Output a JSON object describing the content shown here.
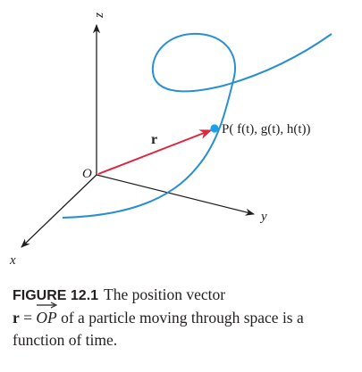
{
  "figure": {
    "axis_labels": {
      "z": "z",
      "y": "y",
      "x": "x"
    },
    "origin_label": "O",
    "vector_label": "r",
    "point_label": "P( f(t), g(t), h(t))",
    "colors": {
      "axes": "#231f20",
      "curve": "#2a8fd2",
      "vector": "#e0263f",
      "point": "#1aa0e8"
    }
  },
  "caption": {
    "figure_number": "FIGURE 12.1",
    "text_1": "The position vector",
    "r": "r",
    "equals": " = ",
    "op": "OP",
    "text_2": " of a particle moving through space is a function of time."
  }
}
